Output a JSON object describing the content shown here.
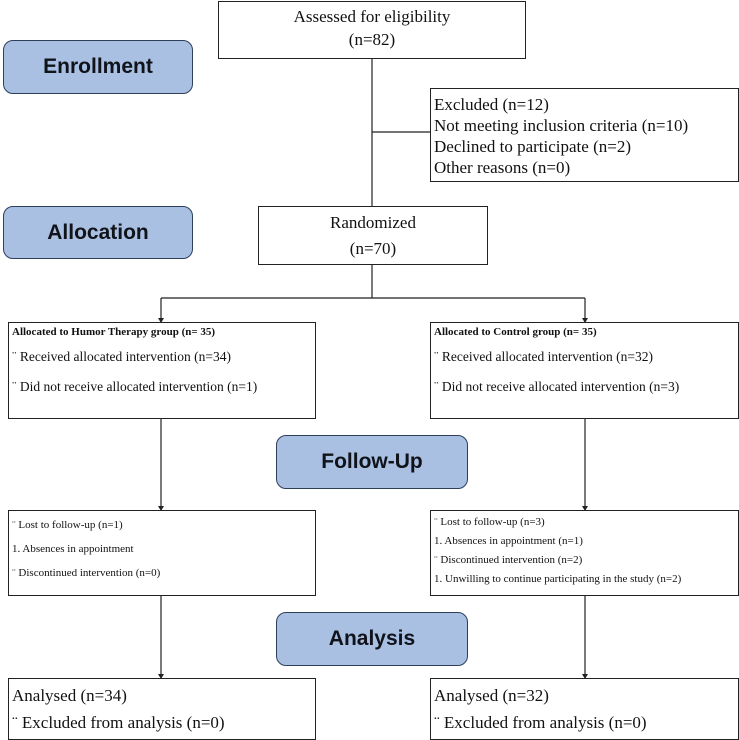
{
  "phases": {
    "enrollment": "Enrollment",
    "allocation": "Allocation",
    "followup": "Follow-Up",
    "analysis": "Analysis"
  },
  "assessed": {
    "line1": "Assessed for eligibility",
    "line2": "(n=82)"
  },
  "excluded": {
    "lines": [
      "Excluded (n=12)",
      "Not meeting inclusion criteria (n=10)",
      "Declined to participate (n=2)",
      "Other reasons (n=0)"
    ]
  },
  "randomized": {
    "line1": "Randomized",
    "line2": "(n=70)"
  },
  "humor_alloc": {
    "title": "Allocated to Humor Therapy group (n= 35)",
    "received": "¨ Received allocated intervention (n=34)",
    "not_received": "¨ Did not receive allocated intervention (n=1)"
  },
  "control_alloc": {
    "title": "Allocated to Control group (n= 35)",
    "received": "¨ Received allocated intervention (n=32)",
    "not_received": "¨ Did not receive allocated intervention (n=3)"
  },
  "humor_followup": {
    "lines": [
      "¨ Lost to follow-up (n=1)",
      "1.    Absences in appointment",
      "¨ Discontinued intervention (n=0)"
    ]
  },
  "control_followup": {
    "lines": [
      "¨ Lost to follow-up (n=3)",
      "1. Absences in appointment (n=1)",
      "¨ Discontinued intervention (n=2)",
      "1. Unwilling to continue participating in the study (n=2)"
    ]
  },
  "humor_analysis": {
    "analysed": "Analysed (n=34)",
    "excluded": "¨ Excluded from analysis (n=0)"
  },
  "control_analysis": {
    "analysed": "Analysed (n=32)",
    "excluded": "¨ Excluded from analysis (n=0)"
  }
}
